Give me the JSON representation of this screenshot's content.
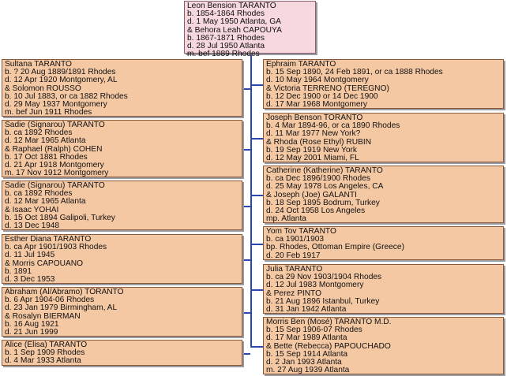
{
  "colors": {
    "root_fill": "#f6d8de",
    "child_fill": "#f5c8a4",
    "border": "#8a5a3a",
    "connector": "#2a46b0"
  },
  "root": {
    "lines": [
      "Leon Bension TARANTO",
      "b. 1854-1864 Rhodes",
      "d. 1 May 1950 Atlanta, GA",
      "& Behora Leah CAPOUYA",
      "b. 1867-1871 Rhodes",
      "d. 28 Jul 1950 Atlanta",
      "m. bef 1889 Rhodes"
    ]
  },
  "children": [
    {
      "lines": [
        "Sultana TARANTO",
        "b. ? 20 Aug 1889/1891 Rhodes",
        "d. 12 Apr 1920 Montgomery, AL",
        "& Solomon ROUSSO",
        "b. 10 Jul 1883, or ca 1882 Rhodes",
        "d. 29 May 1937 Montgomery",
        "m. bef Jun 1911 Rhodes"
      ]
    },
    {
      "lines": [
        "Ephraim TARANTO",
        "b. 15 Sep 1890, 24 Feb 1891, or ca 1888 Rhodes",
        "d. 10 May 1964 Montgomery",
        "& Victoria TERRENO (TEREGNO)",
        "b. 12 Dec 1900 or 14 Dec 1900",
        "d. 17 Mar 1968 Montgomery"
      ]
    },
    {
      "lines": [
        "Sadie (Signarou) TARANTO",
        "b. ca 1892 Rhodes",
        "d. 12 Mar 1965 Atlanta",
        "& Raphael (Ralph) COHEN",
        "b. 17 Oct 1881 Rhodes",
        "d. 21 Apr 1918 Montgomery",
        "m. 17 Nov 1912 Montgomery"
      ]
    },
    {
      "lines": [
        "Joseph Benson TORANTO",
        "b. 4 Mar 1894-96, or ca 1890 Rhodes",
        "d. 11 Mar 1977 New York?",
        "& Rhoda (Rose Ethyl) RUBIN",
        "b. 19 Sep 1919 New York",
        "d. 12 May 2001 Miami, FL"
      ]
    },
    {
      "lines": [
        "Sadie (Signarou) TARANTO",
        "b. ca 1892 Rhodes",
        "d. 12 Mar 1965 Atlanta",
        "& Isaac YOHAI",
        "b. 15 Oct 1894 Galipoli, Turkey",
        "d. 13 Dec 1948"
      ]
    },
    {
      "lines": [
        "Catherine (Katherine) TARANTO",
        "b. ca Dec 1896/1900 Rhodes",
        "d. 25 May 1978 Los Angeles, CA",
        "& Joseph (Joe) GALANTI",
        "b. 18 Sep 1895 Bodrum, Turkey",
        "d. 24 Oct 1958 Los Angeles",
        "mp. Atlanta"
      ]
    },
    {
      "lines": [
        "Esther Diana TARANTO",
        "b. ca Apr 1901/1903 Rhodes",
        "d. 11 Jul 1945",
        "& Morris CAPOUANO",
        "b. 1891",
        "d. 3 Dec 1953"
      ]
    },
    {
      "lines": [
        "Yom Tov TARANTO",
        "b. ca 1901/1903",
        "bp. Rhodes, Ottoman Empire (Greece)",
        "d. 20 Feb 1917"
      ]
    },
    {
      "lines": [
        "Abraham (Al/Abramo) TORANTO",
        "b. 6 Apr 1904-06 Rhodes",
        "d. 23 Jan 1979 Birmingham, AL",
        "& Rosalyn BIERMAN",
        "b. 16 Aug 1921",
        "d. 21 Jun 1999"
      ]
    },
    {
      "lines": [
        "Julia TARANTO",
        "b. ca 29 Nov 1903/1904 Rhodes",
        "d. 12 Jul 1983 Montgomery",
        "& Perez PINTO",
        "b. 21 Aug 1896 Istanbul, Turkey",
        "d. 31 Jan 1942 Atlanta"
      ]
    },
    {
      "lines": [
        "Alice (Elisa) TARANTO",
        "b. 1 Sep 1909 Rhodes",
        "d. 4 Mar 1933 Atlanta"
      ]
    },
    {
      "lines": [
        "Morris Ben (Mosé) TARANTO M.D.",
        "b. 15 Sep 1906-07 Rhodes",
        "d. 17 Mar 1989 Atlanta",
        "& Bette (Rebecca) PAPOUCHADO",
        "b. 15 Sep 1914 Atlanta",
        "d. 2 Jan 1993 Atlanta",
        "m. 27 Aug 1939 Atlanta"
      ]
    }
  ]
}
